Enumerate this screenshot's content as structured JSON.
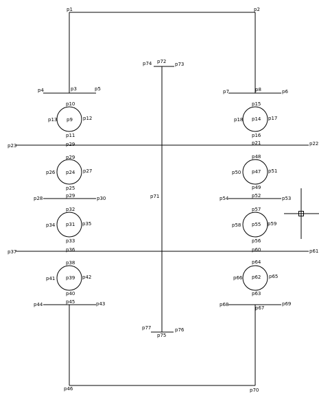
{
  "diagram": {
    "labels": {
      "p1": "p1",
      "p2": "p2",
      "p3": "p3",
      "p4": "p4",
      "p5": "p5",
      "p6": "p6",
      "p7": "p7",
      "p8": "p8",
      "p9": "p9",
      "p10": "p10",
      "p11": "p11",
      "p12": "p12",
      "p13": "p13",
      "p14": "p14",
      "p15": "p15",
      "p16": "p16",
      "p17": "p17",
      "p18": "p18",
      "p21": "p21",
      "p22": "p22",
      "p23": "p23",
      "p24": "p24",
      "p25": "p25",
      "p26": "p26",
      "p27": "p27",
      "p28": "p28",
      "p29": "p29",
      "p29b": "p29",
      "p30": "p30",
      "p31": "p31",
      "p32": "p32",
      "p33": "p33",
      "p34": "p34",
      "p35": "p35",
      "p36": "p36",
      "p37": "p37",
      "p38": "p38",
      "p39": "p39",
      "p40": "p40",
      "p41": "p41",
      "p42": "p42",
      "p43": "p43",
      "p44": "p44",
      "p45": "p45",
      "p46": "p46",
      "p47": "p47",
      "p48": "p48",
      "p49": "p49",
      "p50": "p50",
      "p51": "p51",
      "p52": "p52",
      "p53": "p53",
      "p54": "p54",
      "p55": "p55",
      "p56": "p56",
      "p57": "p57",
      "p58": "p58",
      "p59": "p59",
      "p60": "p60",
      "p61": "p61",
      "p62": "p62",
      "p63": "p63",
      "p64": "p64",
      "p65": "p65",
      "p66": "p66",
      "p67": "p67",
      "p68": "p68",
      "p69": "p69",
      "p70": "p70",
      "p71": "p71",
      "p72": "p72",
      "p73": "p73",
      "p74": "p74",
      "p75": "p75",
      "p76": "p76",
      "p77": "p77"
    }
  }
}
